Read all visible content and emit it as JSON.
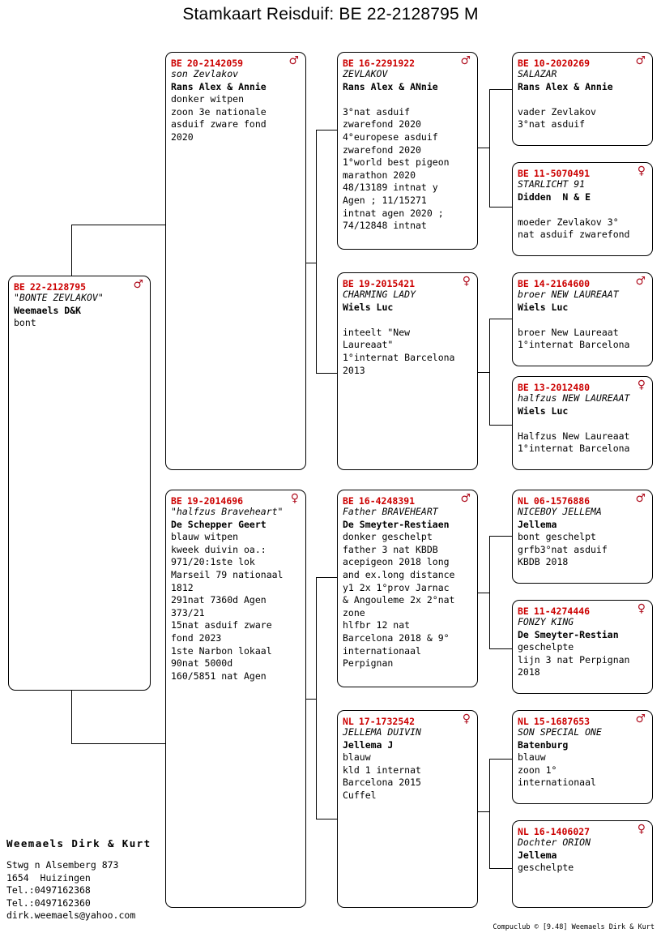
{
  "title": "Stamkaart Reisduif: BE  22-2128795 M",
  "symbols": {
    "male": "♂",
    "female": "♀"
  },
  "colors": {
    "ring": "#cc0000",
    "sex": "#b01020",
    "line": "#000000",
    "text": "#000000"
  },
  "subject": {
    "country": "BE",
    "ring": "22-2128795",
    "sex": "male",
    "nickname": "\"BONTE ZEVLAKOV\"",
    "owner": "Weemaels D&K",
    "notes": "bont"
  },
  "generation2": [
    {
      "country": "BE",
      "ring": "20-2142059",
      "sex": "male",
      "nickname": "son Zevlakov",
      "owner": "Rans Alex & Annie",
      "notes": "donker witpen\nzoon 3e nationale\nasduif zware fond\n2020"
    },
    {
      "country": "BE",
      "ring": "19-2014696",
      "sex": "female",
      "nickname": "\"halfzus Braveheart\"",
      "owner": "De Schepper Geert",
      "notes": "blauw witpen\nkweek duivin oa.:\n971/20:1ste lok\nMarseil 79 nationaal\n1812\n291nat 7360d Agen\n373/21\n15nat asduif zware\nfond 2023\n1ste Narbon lokaal\n90nat 5000d\n160/5851 nat Agen"
    }
  ],
  "generation3": [
    {
      "country": "BE",
      "ring": "16-2291922",
      "sex": "male",
      "nickname": "ZEVLAKOV",
      "owner": "Rans Alex & ANnie",
      "notes": "\n3°nat asduif\nzwarefond 2020\n4°europese asduif\nzwarefond 2020\n1°world best pigeon\nmarathon 2020\n48/13189 intnat y\nAgen ; 11/15271\nintnat agen 2020 ;\n74/12848 intnat"
    },
    {
      "country": "BE",
      "ring": "19-2015421",
      "sex": "female",
      "nickname": "CHARMING LADY",
      "owner": "Wiels Luc",
      "notes": "\ninteelt \"New\nLaureaat\"\n1°internat Barcelona\n2013"
    },
    {
      "country": "BE",
      "ring": "16-4248391",
      "sex": "male",
      "nickname": "Father BRAVEHEART",
      "owner": "De Smeyter-Restiaen",
      "notes": "donker geschelpt\nfather 3 nat KBDB\nacepigeon 2018 long\nand ex.long distance\ny1 2x 1°prov Jarnac\n& Angouleme 2x 2°nat\nzone\nhlfbr 12 nat\nBarcelona 2018 & 9°\ninternationaal\nPerpignan"
    },
    {
      "country": "NL",
      "ring": "17-1732542",
      "sex": "female",
      "nickname": "JELLEMA DUIVIN",
      "owner": "Jellema J",
      "notes": "blauw\nkld 1 internat\nBarcelona 2015\nCuffel"
    }
  ],
  "generation4": [
    {
      "country": "BE",
      "ring": "10-2020269",
      "sex": "male",
      "nickname": "SALAZAR",
      "owner": "Rans Alex & Annie",
      "notes": "\nvader Zevlakov\n3°nat asduif"
    },
    {
      "country": "BE",
      "ring": "11-5070491",
      "sex": "female",
      "nickname": "STARLICHT 91",
      "owner": "Didden  N & E",
      "notes": "\nmoeder Zevlakov 3°\nnat asduif zwarefond"
    },
    {
      "country": "BE",
      "ring": "14-2164600",
      "sex": "male",
      "nickname": "broer NEW LAUREAAT",
      "owner": "Wiels Luc",
      "notes": "\nbroer New Laureaat\n1°internat Barcelona"
    },
    {
      "country": "BE",
      "ring": "13-2012480",
      "sex": "female",
      "nickname": "halfzus NEW LAUREAAT",
      "owner": "Wiels Luc",
      "notes": "\nHalfzus New Laureaat\n1°internat Barcelona"
    },
    {
      "country": "NL",
      "ring": "06-1576886",
      "sex": "male",
      "nickname": "NICEBOY JELLEMA",
      "owner": "Jellema",
      "notes": "bont geschelpt\ngrfb3°nat asduif\nKBDB 2018"
    },
    {
      "country": "BE",
      "ring": "11-4274446",
      "sex": "female",
      "nickname": "FONZY KING",
      "owner": "De Smeyter-Restian",
      "notes": "geschelpte\nlijn 3 nat Perpignan\n2018"
    },
    {
      "country": "NL",
      "ring": "15-1687653",
      "sex": "male",
      "nickname": "SON SPECIAL ONE",
      "owner": "Batenburg",
      "notes": "blauw\nzoon 1°\ninternationaal"
    },
    {
      "country": "NL",
      "ring": "16-1406027",
      "sex": "female",
      "nickname": "Dochter ORION",
      "owner": "Jellema",
      "notes": "geschelpte"
    }
  ],
  "footer": {
    "name": "Weemaels Dirk & Kurt",
    "address": "Stwg n Alsemberg 873\n1654  Huizingen\nTel.:0497162368\nTel.:0497162360\ndirk.weemaels@yahoo.com",
    "credit": "Compuclub © [9.48]  Weemaels Dirk & Kurt"
  }
}
